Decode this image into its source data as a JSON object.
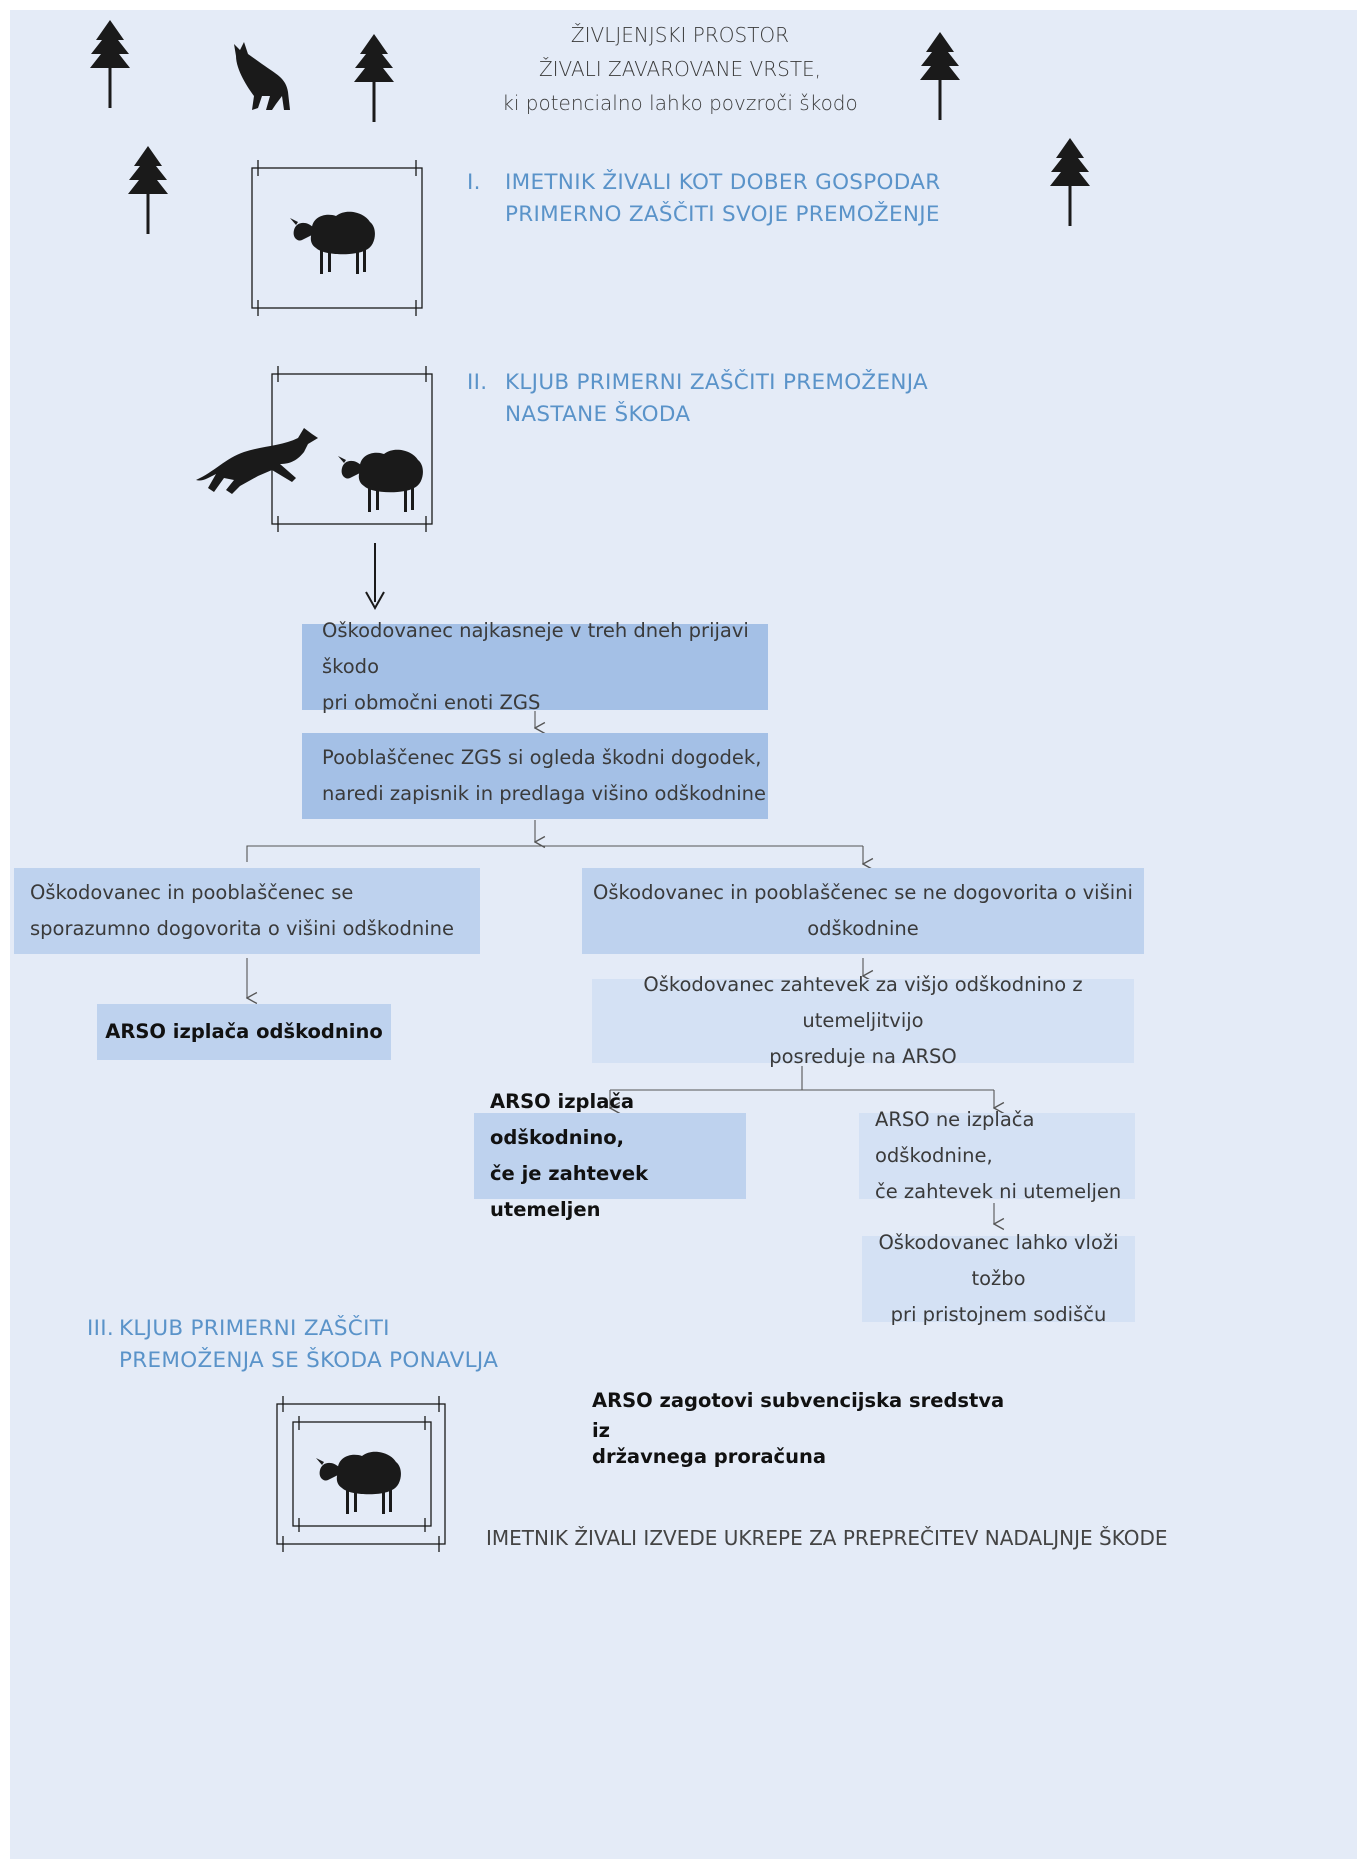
{
  "habitat": {
    "line1": "ŽIVLJENJSKI PROSTOR",
    "line2": "ŽIVALI ZAVAROVANE VRSTE,",
    "line3": "ki potencialno lahko povzroči škodo"
  },
  "step1": {
    "number": "I.",
    "line1": "IMETNIK ŽIVALI KOT DOBER GOSPODAR",
    "line2": "PRIMERNO ZAŠČITI SVOJE PREMOŽENJE"
  },
  "step2": {
    "number": "II.",
    "line1": "KLJUB PRIMERNI ZAŠČITI PREMOŽENJA",
    "line2": "NASTANE ŠKODA"
  },
  "step3": {
    "number": "III.",
    "line1": "KLJUB PRIMERNI ZAŠČITI",
    "line2": "PREMOŽENJA SE ŠKODA PONAVLJA"
  },
  "flow": {
    "report": {
      "line1": "Oškodovanec najkasneje v treh dneh prijavi škodo",
      "line2": "pri območni enoti ZGS"
    },
    "inspect": {
      "line1": "Pooblaščenec ZGS si ogleda škodni dogodek,",
      "line2": "naredi zapisnik in predlaga višino odškodnine"
    },
    "agree": {
      "line1": "Oškodovanec in pooblaščenec se",
      "line2": "sporazumno dogovorita o višini odškodnine"
    },
    "agree_pay": "ARSO izplača odškodnino",
    "disagree": {
      "line1": "Oškodovanec in pooblaščenec se ne dogovorita o višini",
      "line2": "odškodnine"
    },
    "appeal": {
      "line1": "Oškodovanec zahtevek za višjo odškodnino z utemeljitvijo",
      "line2": "posreduje na ARSO"
    },
    "pay_if_valid": {
      "line1": "ARSO izplača odškodnino,",
      "line2": "če je zahtevek utemeljen"
    },
    "no_pay": {
      "line1": "ARSO ne izplača odškodnine,",
      "line2": "če zahtevek ni utemeljen"
    },
    "lawsuit": {
      "line1": "Oškodovanec lahko vloži tožbo",
      "line2": "pri pristojnem sodišču"
    }
  },
  "subsidy": {
    "line1": "ARSO zagotovi subvencijska sredstva iz",
    "line2": "državnega proračuna"
  },
  "final_note": "IMETNIK ŽIVALI IZVEDE UKREPE ZA PREPREČITEV NADALJNJE ŠKODE",
  "icons": [
    "tree-icon",
    "wolf-icon",
    "sheep-icon",
    "jumping-wolf-icon",
    "fence-enclosure-icon",
    "arrow-down-icon"
  ],
  "colors": {
    "background": "#e4ebf7",
    "heading": "#5a93c9",
    "box_dark": "#a4c0e6",
    "box_mid": "#bed2ee",
    "box_light": "#d4e1f4",
    "line": "#555555"
  }
}
